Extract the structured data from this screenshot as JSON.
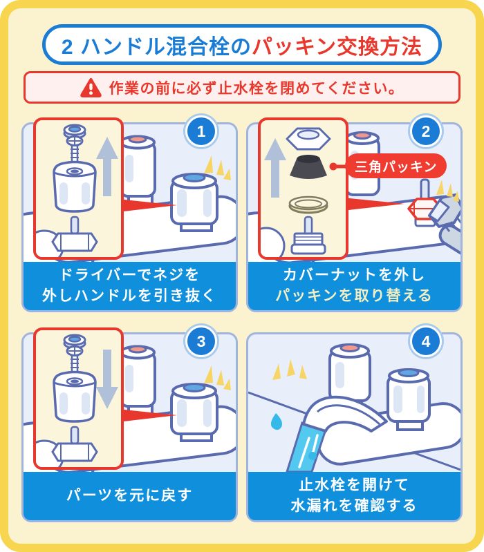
{
  "header": {
    "title": {
      "blue_part": "2 ハンドル混合栓の",
      "red_part": "パッキン交換方法"
    },
    "warning": {
      "icon": "alert-triangle-icon",
      "text": "作業の前に必ず止水栓を閉めてください。"
    }
  },
  "steps": [
    {
      "number": "1",
      "caption": [
        "ドライバーでネジを",
        "外しハンドルを引き抜く"
      ],
      "callout_icon": "exploded-handle-up-diagram"
    },
    {
      "number": "2",
      "caption": [
        "カバーナットを外し",
        "パッキンを取り替える"
      ],
      "callout_label": "三角パッキン",
      "callout_icon": "exploded-packing-diagram",
      "tool_icon": "wrench-icon"
    },
    {
      "number": "3",
      "caption": [
        "パーツを元に戻す"
      ],
      "callout_icon": "exploded-handle-down-diagram"
    },
    {
      "number": "4",
      "caption": [
        "止水栓を開けて",
        "水漏れを確認する"
      ],
      "scene_icon": "running-water-faucet"
    }
  ],
  "colors": {
    "frame_yellow": "#F7D54E",
    "background_cream": "#FBF3CF",
    "title_blue": "#1A7CD4",
    "accent_red": "#E8382D",
    "caption_bar_blue": "#1090DC",
    "caption_highlight_cream": "#F4EFC3",
    "panel_background": "#E9EFFA",
    "panel_border": "#9FB4DF",
    "illustration_outline": "#5A6AAE",
    "water_cyan": "#54C9F0",
    "emphasis_yellow": "#F6D465"
  }
}
